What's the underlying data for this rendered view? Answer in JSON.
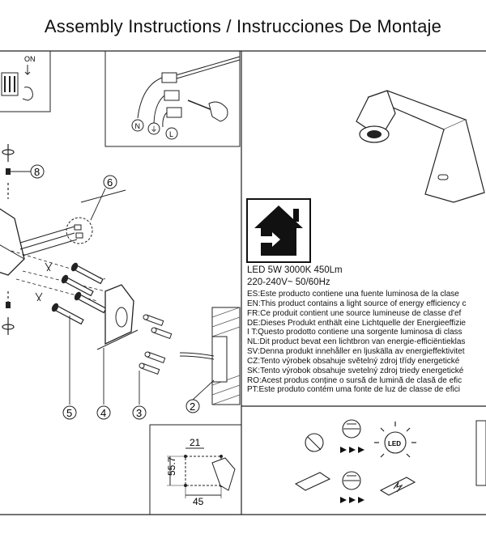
{
  "header": {
    "title": "Assembly Instructions / Instrucciones De Montaje"
  },
  "switch_panel": {
    "on_label": "ON"
  },
  "wiring": {
    "neutral_label": "N",
    "ground_label": "⏚",
    "live_label": "L"
  },
  "callouts": {
    "c2": "2",
    "c3": "3",
    "c4": "4",
    "c5": "5",
    "c6": "6",
    "c8": "8"
  },
  "dimensions": {
    "top": "21",
    "side": "55.7",
    "bottom": "45"
  },
  "product": {
    "spec_line1": "LED 5W 3000K 450Lm",
    "spec_line2": "220-240V~  50/60Hz",
    "statements": [
      "ES:Este producto contiene una fuente luminosa de la clase",
      "EN:This product contains a light source of energy efficiency c",
      "FR:Ce produit contient une source lumineuse de classe d'ef",
      "DE:Dieses Produkt enthält eine Lichtquelle der Energieeffizie",
      "I T:Questo prodotto contiene una sorgente luminosa di class",
      "NL:Dit product bevat een lichtbron van energie-efficiëntieklas",
      "SV:Denna produkt innehåller en ljuskälla av energieffektivitet",
      "CZ:Tento výrobek obsahuje světelný zdroj třídy energetické",
      "SK:Tento výrobok obsahuje svetelný zdroj triedy energetické",
      "RO:Acest produs conține o sursă de lumină de clasă de efic",
      "PT:Este produto contém uma fonte de luz de classe de efici"
    ]
  },
  "icons": {
    "led_label": "LED"
  }
}
